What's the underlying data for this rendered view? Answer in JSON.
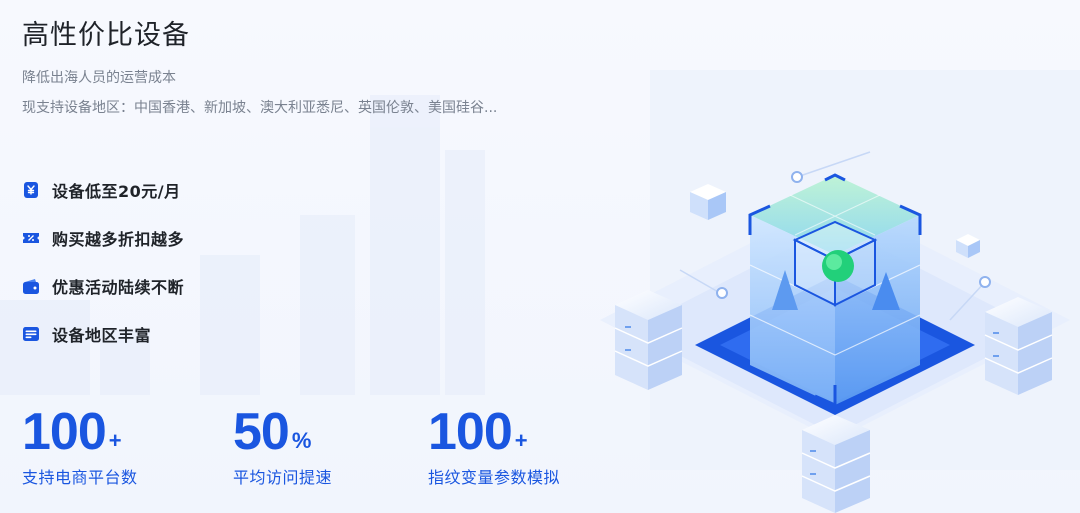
{
  "header": {
    "title": "高性价比设备",
    "subtitle": "降低出海人员的运营成本",
    "regions": "现支持设备地区：中国香港、新加坡、澳大利亚悉尼、英国伦敦、美国硅谷..."
  },
  "features": [
    {
      "label": "设备低至20元/月",
      "icon": "yen-card-icon"
    },
    {
      "label": "购买越多折扣越多",
      "icon": "discount-ticket-icon"
    },
    {
      "label": "优惠活动陆续不断",
      "icon": "wallet-icon"
    },
    {
      "label": "设备地区丰富",
      "icon": "server-list-icon"
    }
  ],
  "stats": [
    {
      "value": "100",
      "suffix": "+",
      "label": "支持电商平台数"
    },
    {
      "value": "50",
      "suffix": "%",
      "label": "平均访问提速"
    },
    {
      "value": "100",
      "suffix": "+",
      "label": "指纹变量参数模拟"
    }
  ],
  "colors": {
    "accent": "#1a56e0",
    "text": "#1f2329",
    "muted": "#7a8290",
    "highlight_green": "#22d07a"
  }
}
